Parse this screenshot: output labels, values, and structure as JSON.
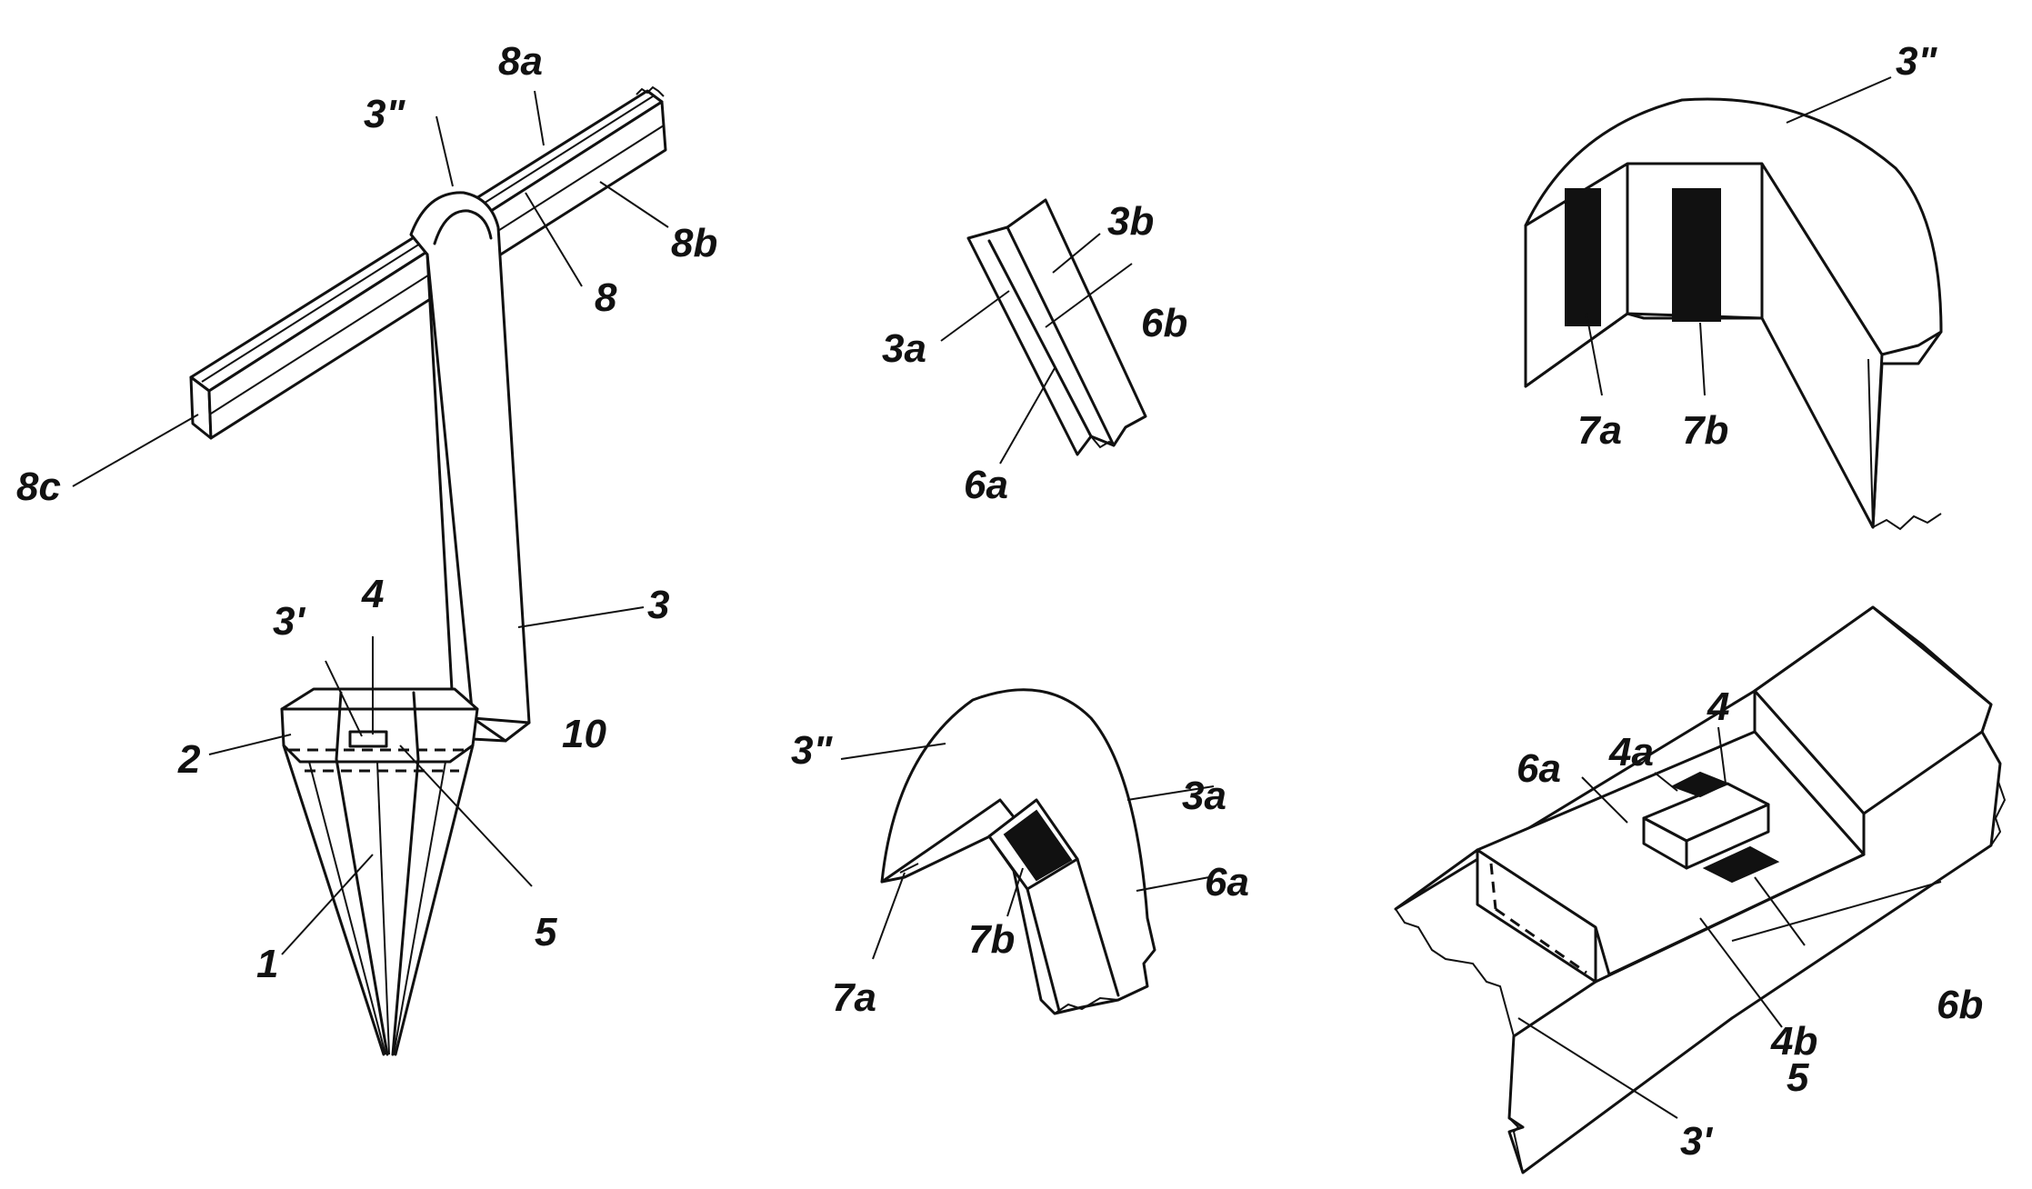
{
  "labels": {
    "l_8a": "8a",
    "l_3pp_main": "3\"",
    "l_8b": "8b",
    "l_8": "8",
    "l_8c": "8c",
    "l_3": "3",
    "l_3p_main": "3'",
    "l_4_main": "4",
    "l_2": "2",
    "l_10": "10",
    "l_1": "1",
    "l_5_main": "5",
    "l_3b": "3b",
    "l_3a_strip": "3a",
    "l_6b_strip": "6b",
    "l_6a_strip": "6a",
    "l_3pp_tr": "3\"",
    "l_7a_tr": "7a",
    "l_7b_tr": "7b",
    "l_3pp_bm": "3\"",
    "l_3a_bm": "3a",
    "l_6a_bm": "6a",
    "l_7b_bm": "7b",
    "l_7a_bm": "7a",
    "l_4_br": "4",
    "l_4a": "4a",
    "l_6a_br": "6a",
    "l_5_br": "5",
    "l_4b": "4b",
    "l_6b_br": "6b",
    "l_3p_br": "3'"
  }
}
